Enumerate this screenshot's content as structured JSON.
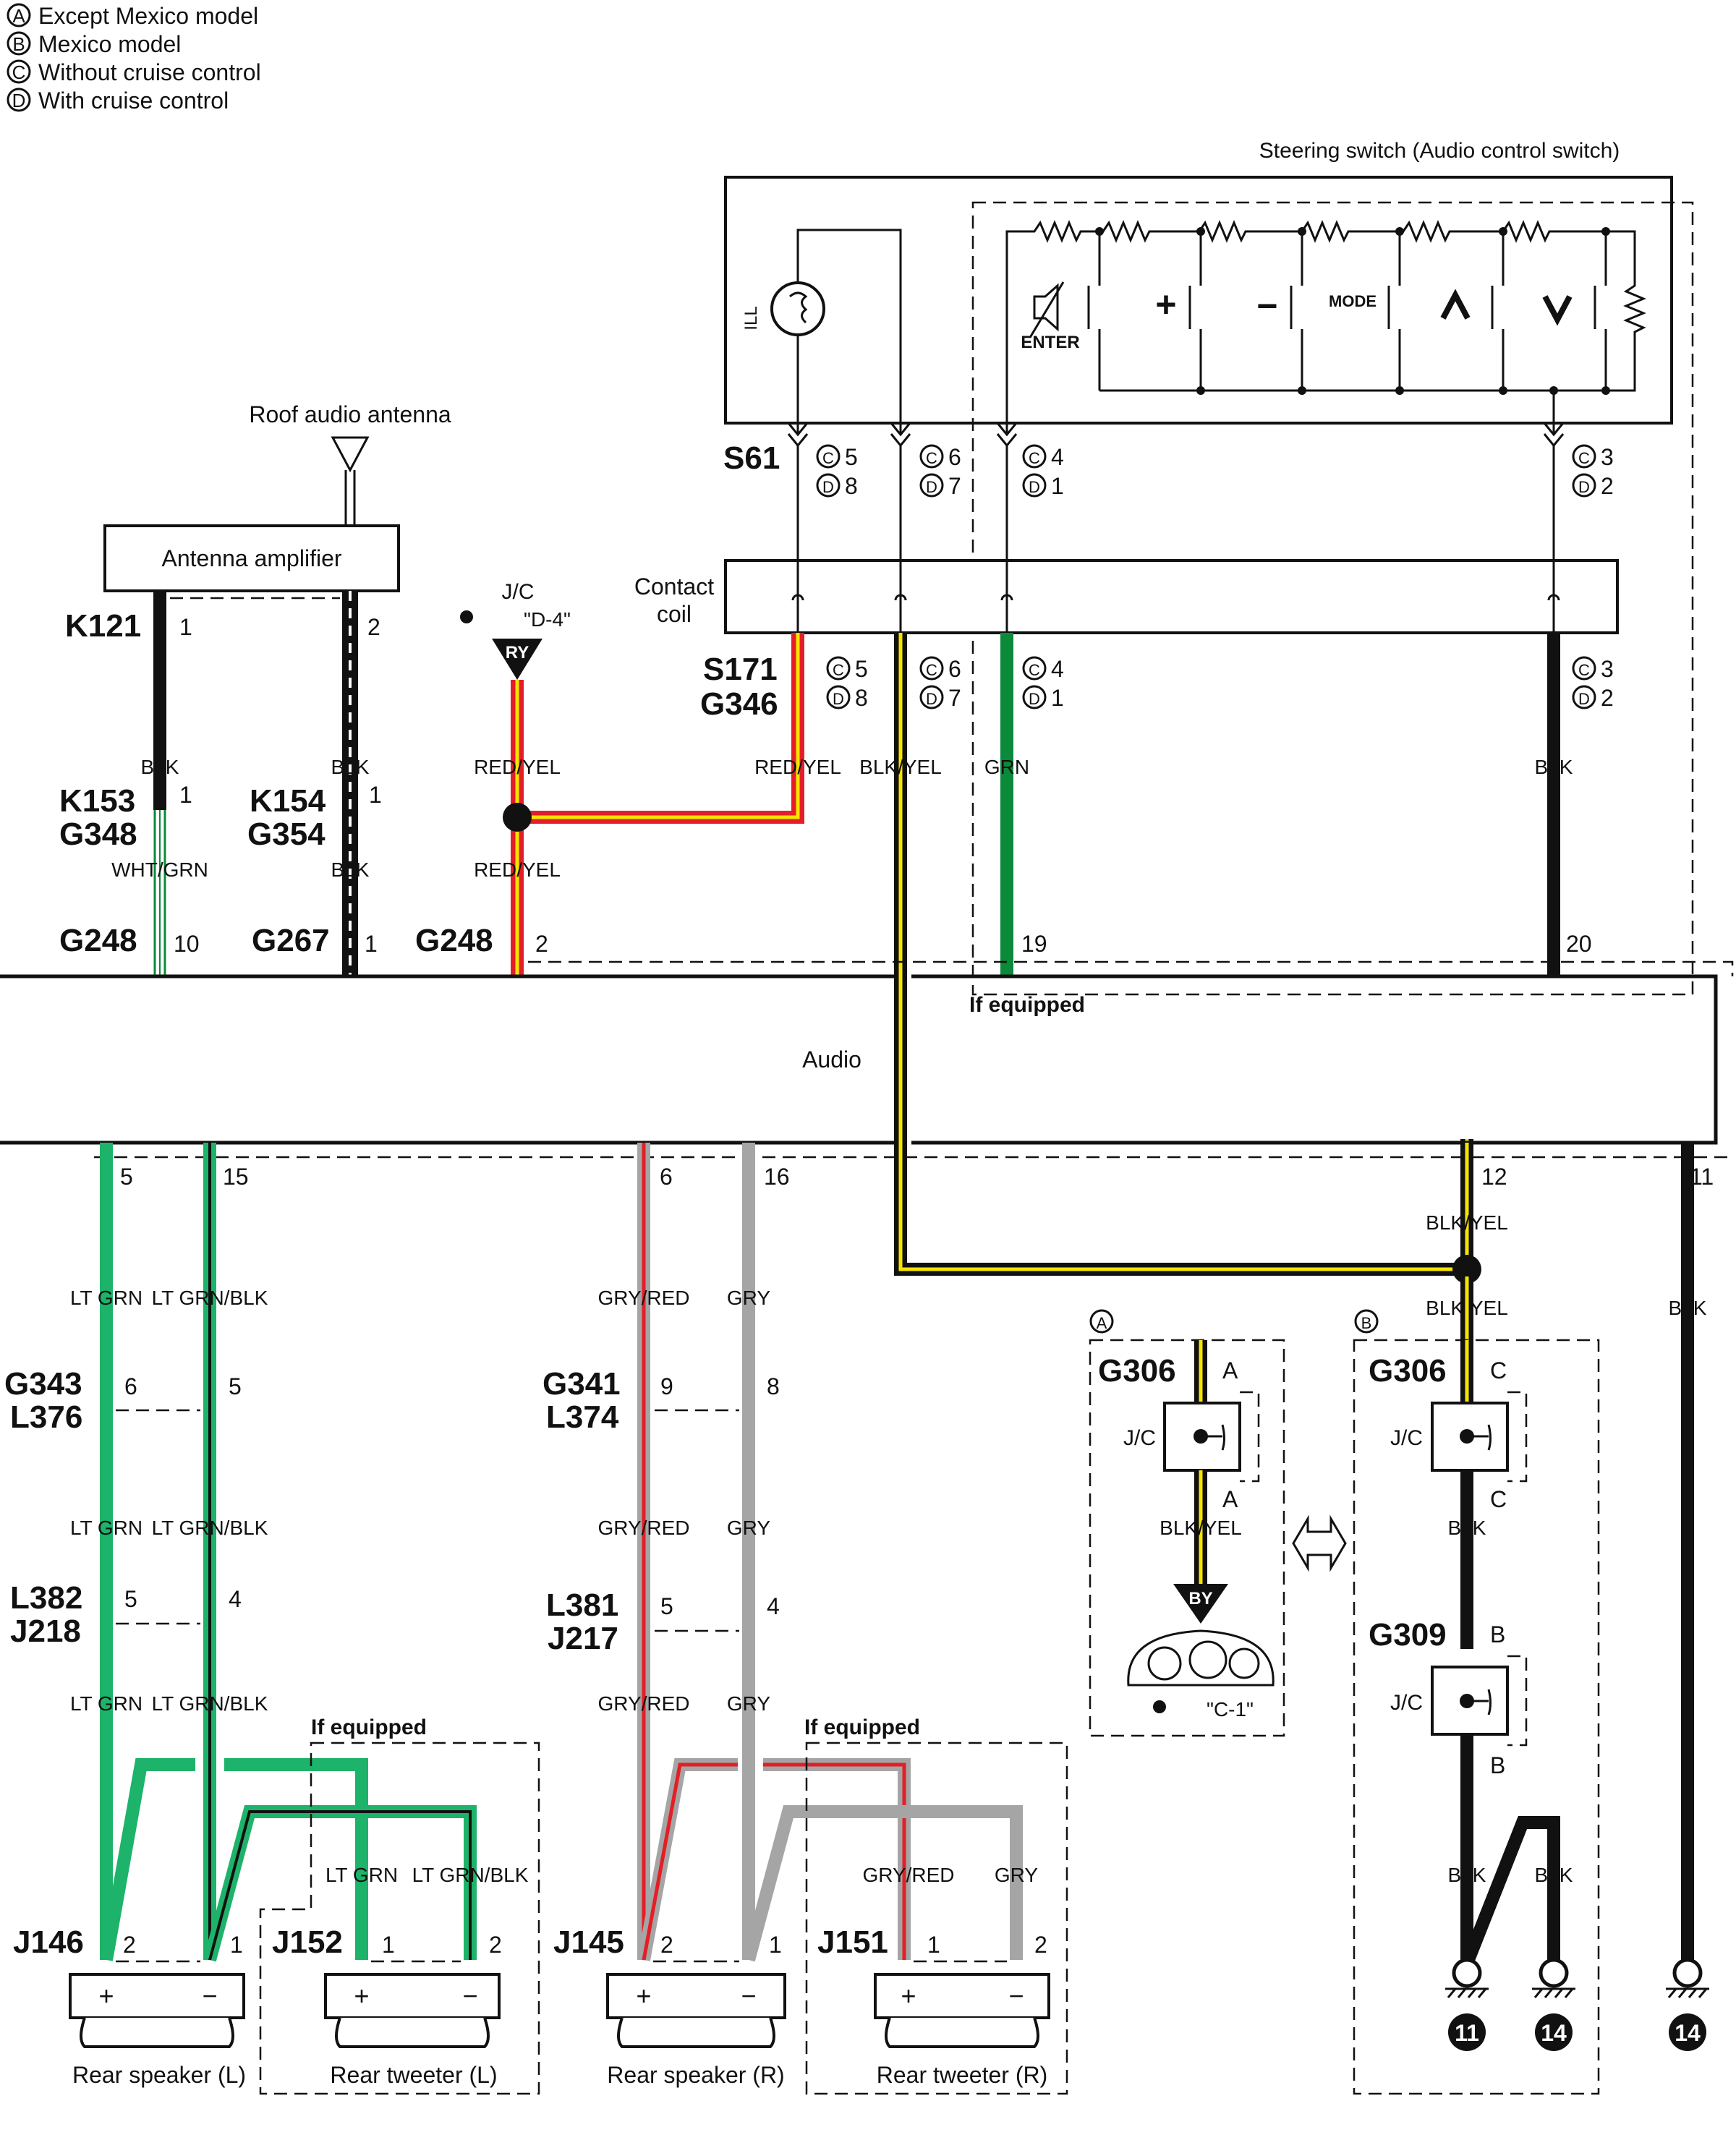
{
  "legend": [
    {
      "mark": "A",
      "text": "Except Mexico model"
    },
    {
      "mark": "B",
      "text": "Mexico model"
    },
    {
      "mark": "C",
      "text": "Without cruise control"
    },
    {
      "mark": "D",
      "text": "With cruise control"
    }
  ],
  "components": {
    "steering_switch": "Steering switch (Audio control switch)",
    "ill": "ILL",
    "enter": "ENTER",
    "mode": "MODE",
    "antenna": "Roof audio antenna",
    "antenna_amp": "Antenna amplifier",
    "contact_coil_1": "Contact",
    "contact_coil_2": "coil",
    "audio": "Audio",
    "if_equipped": "If equipped",
    "jc": "J/C",
    "jc_ref": "\"D-4\"",
    "meter_ref": "\"C-1\"",
    "ry": "RY",
    "by": "BY",
    "rear_speaker_l": "Rear speaker (L)",
    "rear_tweeter_l": "Rear tweeter (L)",
    "rear_speaker_r": "Rear speaker (R)",
    "rear_tweeter_r": "Rear tweeter (R)",
    "plus": "+",
    "minus": "−",
    "ground_11": "11",
    "ground_14": "14"
  },
  "connectors": {
    "S61": "S61",
    "S171": "S171",
    "G346": "G346",
    "K121": "K121",
    "K153": "K153",
    "G348": "G348",
    "K154": "K154",
    "G354": "G354",
    "G248": "G248",
    "G267": "G267",
    "G343": "G343",
    "L376": "L376",
    "G341": "G341",
    "L374": "L374",
    "L382": "L382",
    "J218": "J218",
    "L381": "L381",
    "J217": "J217",
    "J146": "J146",
    "J152": "J152",
    "J145": "J145",
    "J151": "J151",
    "G306": "G306",
    "G309": "G309"
  },
  "pins": {
    "s61_c5": "5",
    "s61_d8": "8",
    "s61_c6": "6",
    "s61_d7": "7",
    "s61_c4": "4",
    "s61_d1": "1",
    "s61_c3": "3",
    "s61_d2": "2",
    "k121": "1",
    "k121_2": "2",
    "k153": "1",
    "k154": "1",
    "g248_10": "10",
    "g267_1": "1",
    "g248_2": "2",
    "audio_19": "19",
    "audio_20": "20",
    "audio_5": "5",
    "audio_15": "15",
    "audio_6": "6",
    "audio_16": "16",
    "audio_12": "12",
    "audio_11": "11",
    "g343_6": "6",
    "g343_5": "5",
    "g341_9": "9",
    "g341_8": "8",
    "l382_5": "5",
    "l382_4": "4",
    "l381_5": "5",
    "l381_4": "4",
    "j146_2": "2",
    "j146_1": "1",
    "j152_1": "1",
    "j152_2": "2",
    "j145_2": "2",
    "j145_1": "1",
    "j151_1": "1",
    "j151_2": "2",
    "g306a_a1": "A",
    "g306a_a2": "A",
    "g306b_c1": "C",
    "g306b_c2": "C",
    "g309_b1": "B",
    "g309_b2": "B"
  },
  "wires": {
    "blk": "BLK",
    "wht_grn": "WHT/GRN",
    "red_yel": "RED/YEL",
    "blk_yel": "BLK/YEL",
    "grn": "GRN",
    "lt_grn": "LT GRN",
    "lt_grn_blk": "LT GRN/BLK",
    "gry_red": "GRY/RED",
    "gry": "GRY"
  },
  "colors": {
    "black": "#111111",
    "green": "#0a8a3a",
    "lt_green": "#1db36a",
    "red": "#e41e26",
    "yellow": "#f5e400",
    "gray": "#a5a5a5",
    "white": "#ffffff"
  }
}
